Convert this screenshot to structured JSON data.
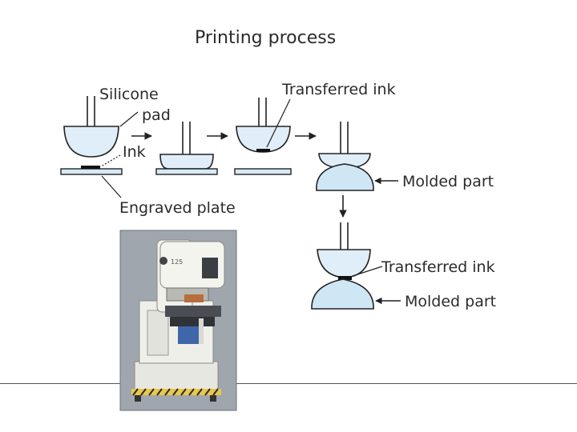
{
  "title": "Printing process",
  "labels": {
    "silicone_pad_line1": "Silicone",
    "silicone_pad_line2": "pad",
    "ink": "Ink",
    "engraved_plate": "Engraved plate",
    "transferred_ink_top": "Transferred ink",
    "molded_part_top": "Molded part",
    "transferred_ink_bottom": "Transferred ink",
    "molded_part_bottom": "Molded part"
  },
  "photo": {
    "machine_badge": "125"
  },
  "colors": {
    "pad_fill": "#dfeef8",
    "part_fill": "#cfe6f5",
    "plate_fill": "#d7e9f5",
    "ink": "#111111",
    "stroke": "#222222"
  }
}
